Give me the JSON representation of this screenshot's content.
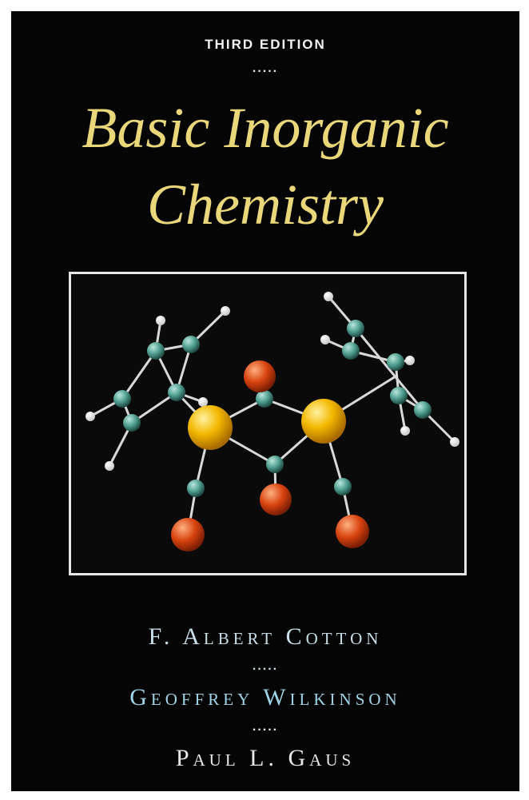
{
  "cover": {
    "edition": "THIRD EDITION",
    "separator": ".....",
    "title_line1": "Basic Inorganic",
    "title_line2": "Chemistry",
    "authors": [
      "F. Albert Cotton",
      "Geoffrey Wilkinson",
      "Paul L. Gaus"
    ],
    "colors": {
      "background": "#050505",
      "title": "#e9d77a",
      "carbon_atom": "#4f9e90",
      "metal_atom": "#f3b800",
      "oxygen_atom": "#d8430f",
      "hydrogen_atom": "#ffffff"
    }
  }
}
